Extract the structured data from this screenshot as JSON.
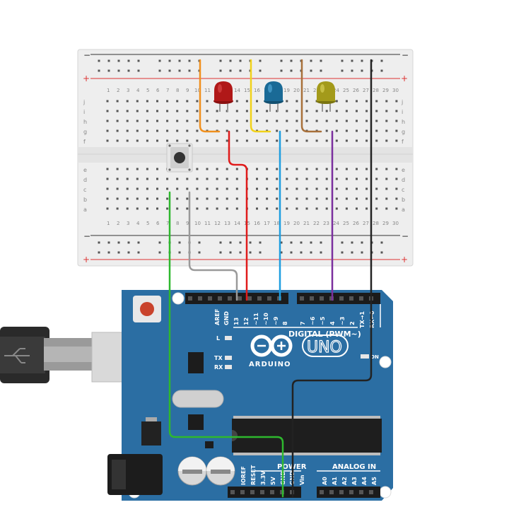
{
  "breadboard": {
    "rail_minus": "−",
    "rail_plus": "+",
    "row_letters_top": [
      "j",
      "i",
      "h",
      "g",
      "f"
    ],
    "row_letters_bottom": [
      "e",
      "d",
      "c",
      "b",
      "a"
    ],
    "column_numbers": [
      "1",
      "2",
      "3",
      "4",
      "5",
      "6",
      "7",
      "8",
      "9",
      "10",
      "11",
      "12",
      "13",
      "14",
      "15",
      "16",
      "17",
      "18",
      "19",
      "20",
      "21",
      "22",
      "23",
      "24",
      "25",
      "26",
      "27",
      "28",
      "29",
      "30"
    ]
  },
  "arduino": {
    "board_name": "UNO",
    "brand": "ARDUINO",
    "section_digital": "DIGITAL (PWM~)",
    "section_power": "POWER",
    "section_analog": "ANALOG IN",
    "led_labels": [
      "L",
      "TX",
      "RX"
    ],
    "on_label": "ON",
    "digital_pins": [
      "AREF",
      "GND",
      "13",
      "12",
      "~11",
      "~10",
      "~9",
      "8",
      "7",
      "~6",
      "~5",
      "4",
      "~3",
      "2",
      "TX→1",
      "RX←0"
    ],
    "power_pins": [
      "IOREF",
      "RESET",
      "3.3V",
      "5V",
      "GND",
      "GND",
      "Vin"
    ],
    "analog_pins": [
      "A0",
      "A1",
      "A2",
      "A3",
      "A4",
      "A5"
    ]
  },
  "leds": [
    {
      "name": "red",
      "color": "#b01818"
    },
    {
      "name": "blue",
      "color": "#1a6a96"
    },
    {
      "name": "yellow",
      "color": "#a39a1a"
    }
  ],
  "wires": [
    {
      "name": "orange",
      "color": "#f0901e"
    },
    {
      "name": "yellow",
      "color": "#f1d21a"
    },
    {
      "name": "brown",
      "color": "#a8703a"
    },
    {
      "name": "black",
      "color": "#222222"
    },
    {
      "name": "red",
      "color": "#e01b1b"
    },
    {
      "name": "cyan",
      "color": "#1e9ee0"
    },
    {
      "name": "purple",
      "color": "#7b2f9e"
    },
    {
      "name": "green",
      "color": "#2eb82e"
    },
    {
      "name": "gray",
      "color": "#9a9a9a"
    }
  ],
  "colors": {
    "board_blue": "#2b6ea3",
    "board_dark": "#1f5a88",
    "breadboard": "#eeeeee",
    "rail_red": "#d33",
    "rail_dark": "#333"
  }
}
